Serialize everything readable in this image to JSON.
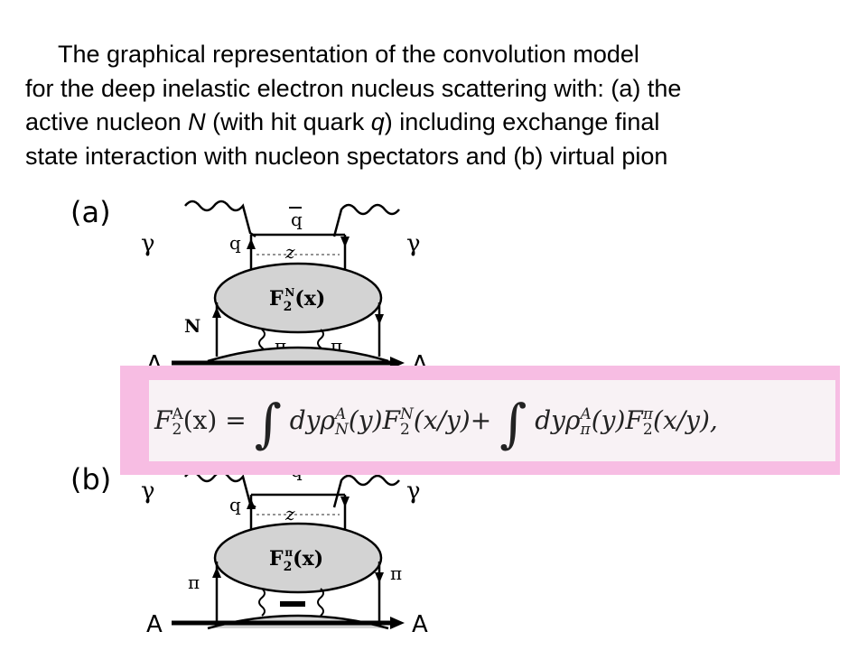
{
  "caption": {
    "line1": "The graphical representation of the convolution model",
    "line2": "for the deep inelastic electron nucleus scattering with: (a) the",
    "line3_pre": "active nucleon ",
    "line3_N": "N",
    "line3_mid": " (with hit quark ",
    "line3_q": "q",
    "line3_post": ") including  exchange final",
    "line4": "state interaction with nucleon spectators and (b) virtual pion"
  },
  "diagram_a": {
    "label": "(a)",
    "photon_in": "γ",
    "photon_out": "γ",
    "antiquark": "q",
    "quark": "q",
    "z": "z",
    "structure_fn_base": "F",
    "structure_fn_sub": "2",
    "structure_fn_sup": "N",
    "structure_fn_arg": "(x)",
    "active_line": "N",
    "pion_left": "π",
    "pion_right": "π",
    "nucleus_in": "A",
    "nucleus_out": "A"
  },
  "diagram_b": {
    "label": "(b)",
    "photon_in": "γ",
    "photon_out": "γ",
    "antiquark": "q",
    "quark": "q",
    "z": "z",
    "structure_fn_base": "F",
    "structure_fn_sub": "2",
    "structure_fn_sup": "π",
    "structure_fn_arg": "(x)",
    "active_left": "π",
    "active_right": "π",
    "nucleus_in": "A",
    "nucleus_out": "A"
  },
  "formula": {
    "lhs_F": "F",
    "lhs_sup": "A",
    "lhs_sub": "2",
    "lhs_arg": "(x) =",
    "int1_measure": "dy",
    "rho1": "ρ",
    "rho1_sup": "A",
    "rho1_sub": "N",
    "rho1_arg": "(y)",
    "F1": "F",
    "F1_sup": "N",
    "F1_sub": "2",
    "F1_arg": "(x/y)+",
    "int2_measure": "dy",
    "rho2": "ρ",
    "rho2_sup": "A",
    "rho2_sub": "π",
    "rho2_arg": "(y)",
    "F2": "F",
    "F2_sup": "π",
    "F2_sub": "2",
    "F2_arg": "(x/y),"
  }
}
